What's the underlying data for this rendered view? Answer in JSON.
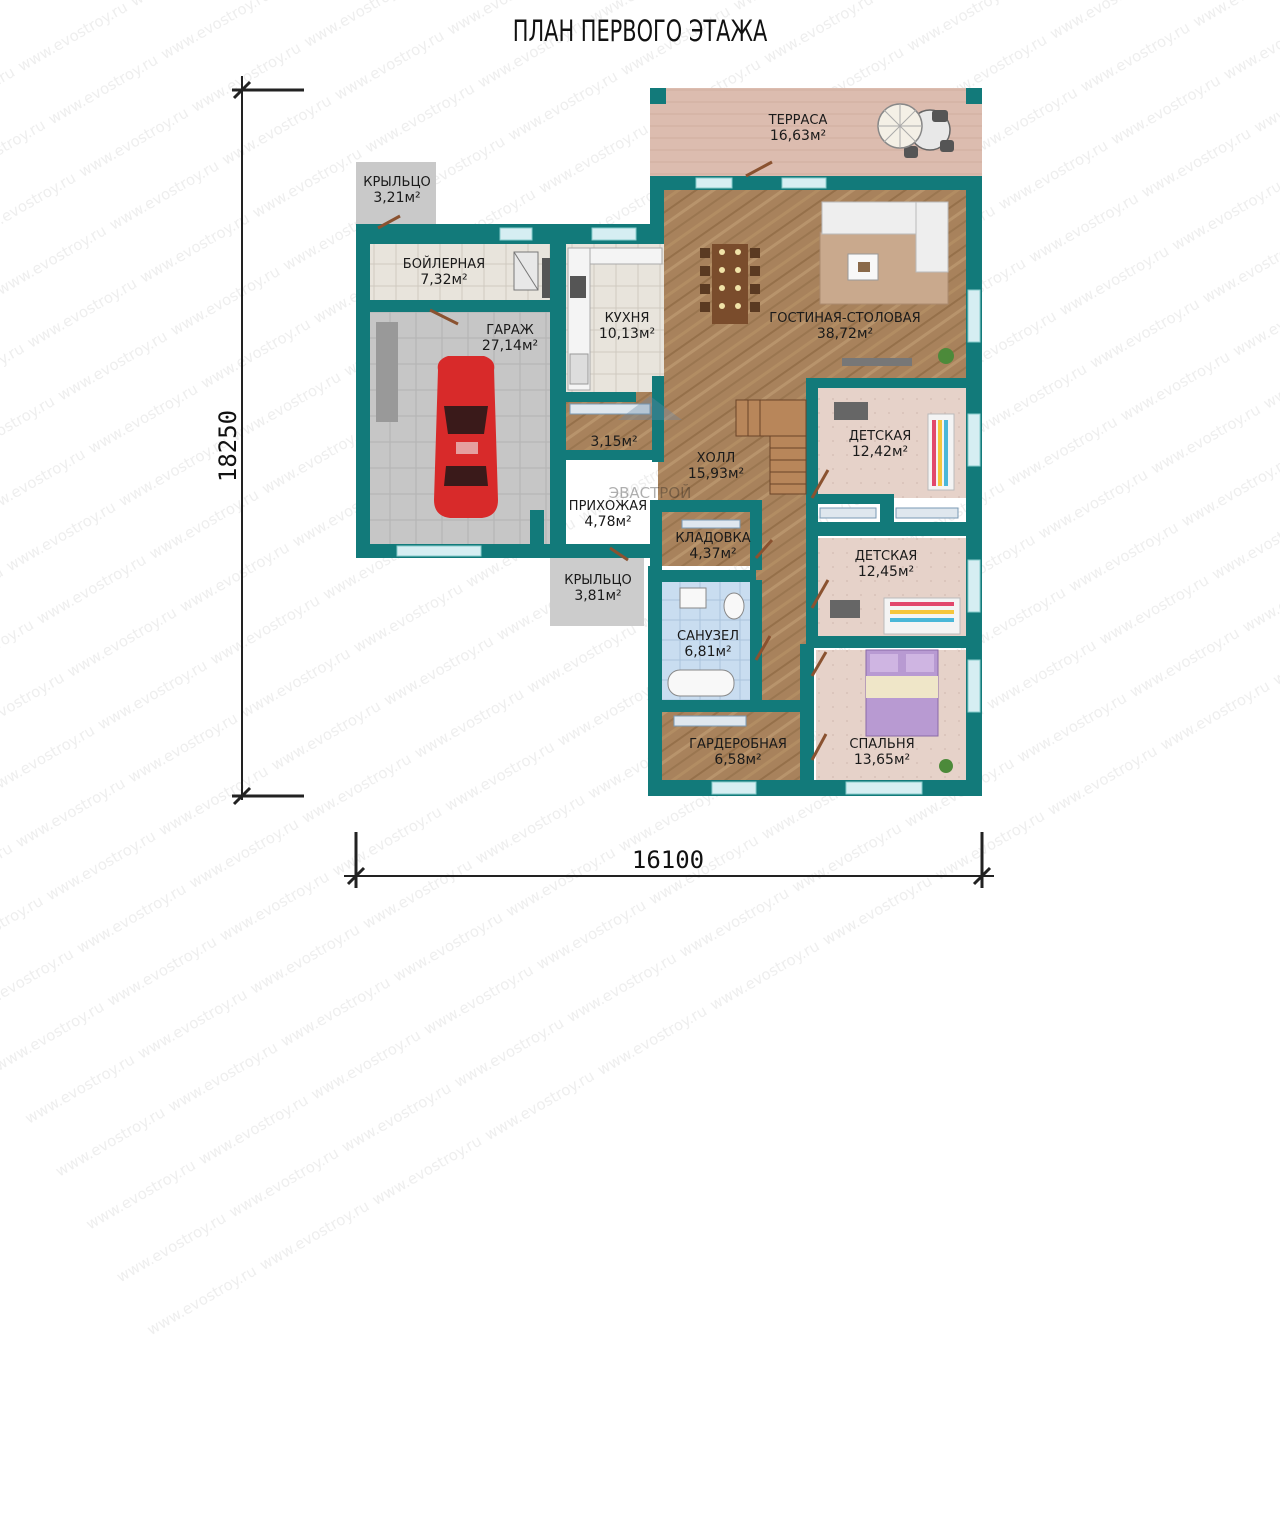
{
  "plan_title": "ПЛАН ПЕРВОГО ЭТАЖА",
  "dimensions": {
    "height": "18250",
    "width": "16100"
  },
  "watermark": "www.evostroy.ru",
  "center_logo": "ЭВАСТРОЙ",
  "rooms": [
    {
      "id": "terrace",
      "name": "ТЕРРАСА",
      "area": "16,63м²"
    },
    {
      "id": "porch-top",
      "name": "КРЫЛЬЦО",
      "area": "3,21м²"
    },
    {
      "id": "boiler",
      "name": "БОЙЛЕРНАЯ",
      "area": "7,32м²"
    },
    {
      "id": "garage",
      "name": "ГАРАЖ",
      "area": "27,14м²"
    },
    {
      "id": "kitchen",
      "name": "КУХНЯ",
      "area": "10,13м²"
    },
    {
      "id": "living",
      "name": "ГОСТИНАЯ-СТОЛОВАЯ",
      "area": "38,72м²"
    },
    {
      "id": "small",
      "name": "",
      "area": "3,15м²"
    },
    {
      "id": "hall",
      "name": "ХОЛЛ",
      "area": "15,93м²"
    },
    {
      "id": "entry",
      "name": "ПРИХОЖАЯ",
      "area": "4,78м²"
    },
    {
      "id": "storage",
      "name": "КЛАДОВКА",
      "area": "4,37м²"
    },
    {
      "id": "porch-bot",
      "name": "КРЫЛЬЦО",
      "area": "3,81м²"
    },
    {
      "id": "bath",
      "name": "САНУЗЕЛ",
      "area": "6,81м²"
    },
    {
      "id": "wardrobe",
      "name": "ГАРДЕРОБНАЯ",
      "area": "6,58м²"
    },
    {
      "id": "kids1",
      "name": "ДЕТСКАЯ",
      "area": "12,42м²"
    },
    {
      "id": "kids2",
      "name": "ДЕТСКАЯ",
      "area": "12,45м²"
    },
    {
      "id": "bedroom",
      "name": "СПАЛЬНЯ",
      "area": "13,65м²"
    }
  ],
  "colors": {
    "wall": "#127a7a",
    "wood": "#a8825c",
    "terrace": "#d9b8ab",
    "concrete": "#c4c4c4",
    "tile": "#e8e4dc",
    "bath_floor": "#c9ddf0",
    "bedroom_floor": "#e8d3cc",
    "car": "#d82a2a"
  }
}
